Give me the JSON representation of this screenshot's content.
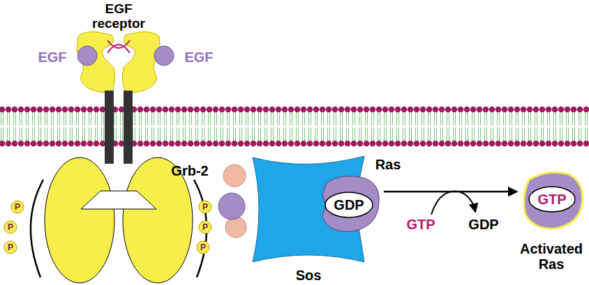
{
  "diagram": {
    "nodes": [
      {
        "text": [
          "EGF receptor"
        ]
      },
      {
        "text": [
          "EGF"
        ]
      },
      {
        "text": [
          "EGF"
        ]
      },
      {
        "text": [
          "Grb-2"
        ]
      },
      {
        "text": [
          "Sos"
        ]
      },
      {
        "text": [
          "Ras"
        ]
      },
      {
        "text": [
          "GDP"
        ],
        "in": 5
      },
      {
        "text": [
          "Activated Ras"
        ]
      },
      {
        "text": [
          "GTP"
        ],
        "in": 7
      }
    ],
    "edges": [
      {
        "from": 5,
        "to": 7,
        "arrow": "to"
      }
    ],
    "labels": [
      "P",
      "P",
      "P",
      "P",
      "P",
      "P",
      "GTP",
      "GDP"
    ]
  }
}
